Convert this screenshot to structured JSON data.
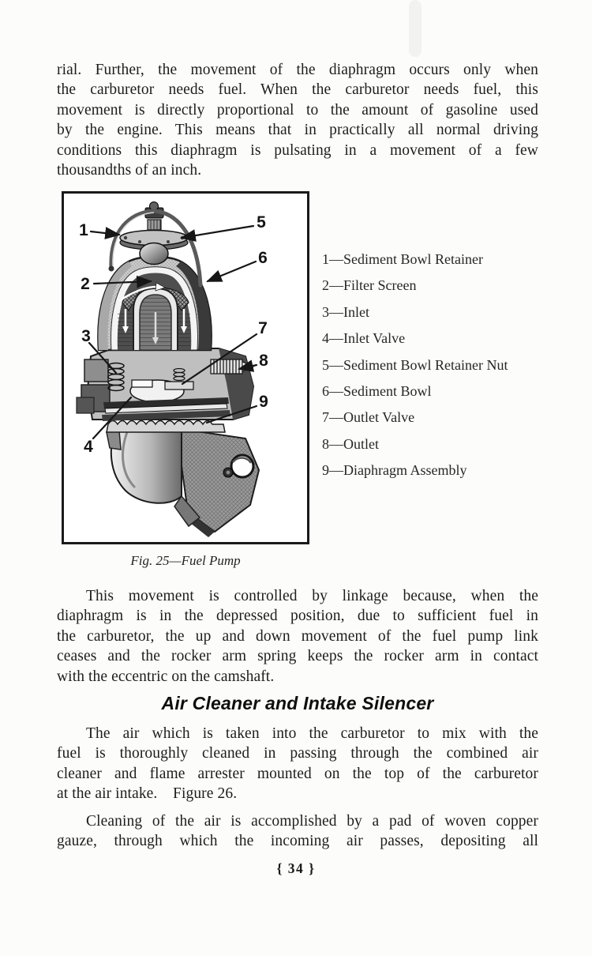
{
  "page": {
    "folio": "{ 34 }"
  },
  "content": {
    "p1": [
      "rial.  Further, the movement of the diaphragm occurs only when",
      "the carburetor needs fuel.  When the carburetor needs fuel, this",
      "movement is directly proportional to the amount of gasoline used",
      "by the engine.  This means that in practically all normal driving",
      "conditions this diaphragm is pulsating in a movement of a few",
      "thousandths of an inch."
    ],
    "p2": [
      "This movement is controlled by linkage because, when the",
      "diaphragm is in the depressed position, due to sufficient fuel in",
      "the carburetor, the up and down movement of the fuel pump link",
      "ceases and the rocker arm spring keeps the rocker arm in contact",
      "with the eccentric on the camshaft."
    ],
    "heading": "Air Cleaner and Intake Silencer",
    "p3": [
      "The air which is taken into the carburetor to mix with the",
      "fuel is thoroughly cleaned in passing through the combined air",
      "cleaner and flame arrester mounted on the top of the carburetor",
      "at the air intake. Figure 26."
    ],
    "p4": [
      "Cleaning of the air is accomplished by a pad of woven copper",
      "gauze, through which the incoming air passes, depositing all"
    ]
  },
  "figure": {
    "caption": "Fig. 25—Fuel Pump",
    "callouts": [
      "1",
      "2",
      "3",
      "4",
      "5",
      "6",
      "7",
      "8",
      "9"
    ],
    "legend": [
      "1—Sediment Bowl Retainer",
      "2—Filter Screen",
      "3—Inlet",
      "4—Inlet Valve",
      "5—Sediment Bowl Retainer Nut",
      "6—Sediment Bowl",
      "7—Outlet Valve",
      "8—Outlet",
      "9—Diaphragm Assembly"
    ]
  }
}
